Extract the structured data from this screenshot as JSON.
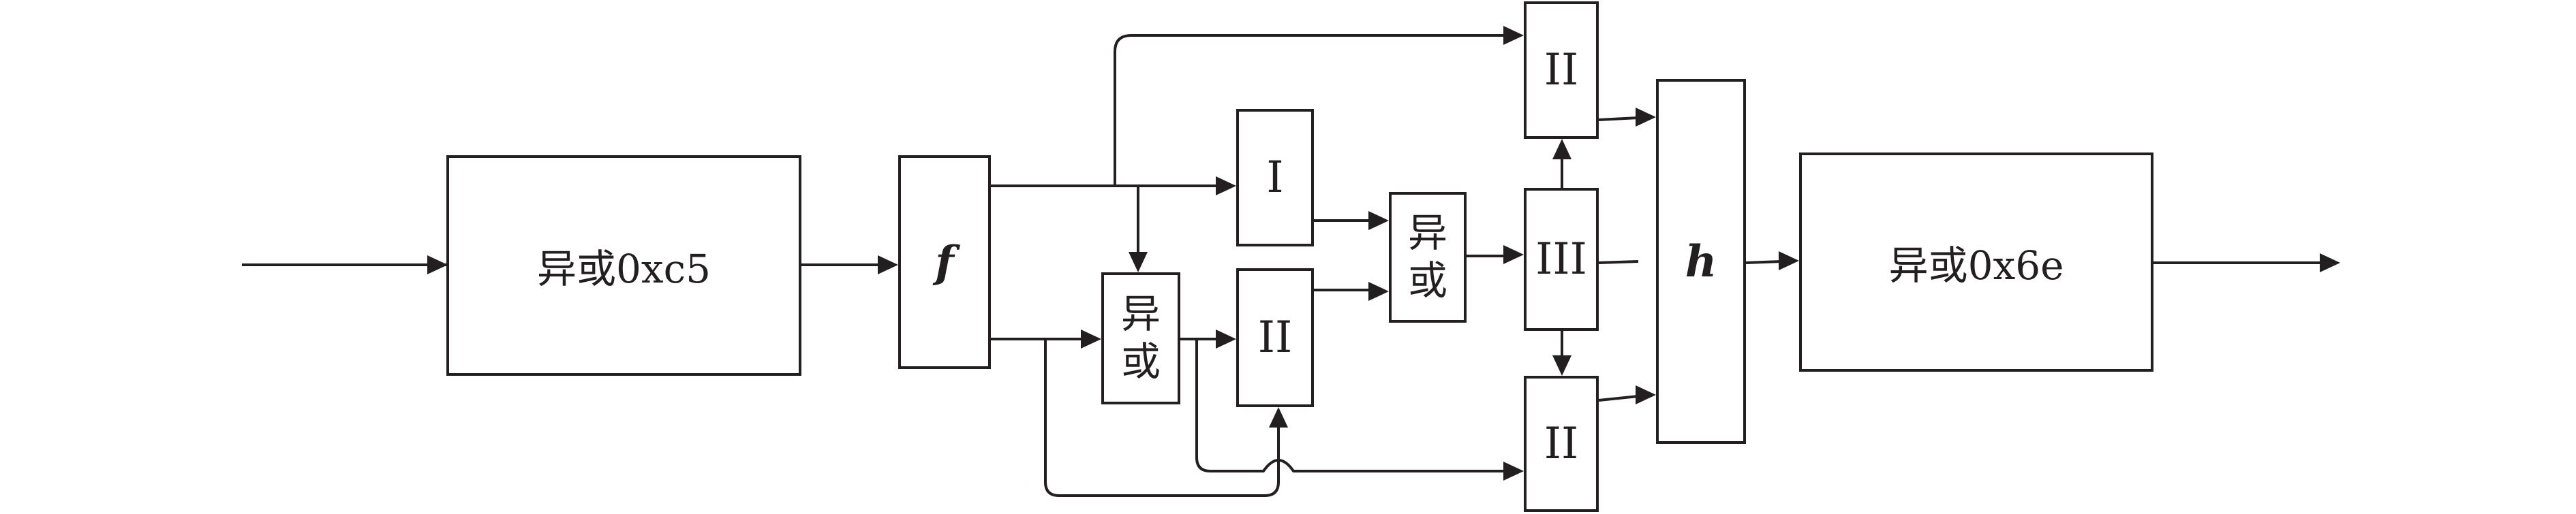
{
  "blocks": {
    "xor_c5": "异或0xc5",
    "f": "f",
    "xor_mid": "异或",
    "round_I": "I",
    "round_II_mid": "II",
    "xor_right": "异或",
    "round_III": "III",
    "round_II_top": "II",
    "round_II_bottom": "II",
    "h": "h",
    "xor_6e": "异或0x6e"
  },
  "colors": {
    "line": "#231f20",
    "background": "#ffffff"
  }
}
